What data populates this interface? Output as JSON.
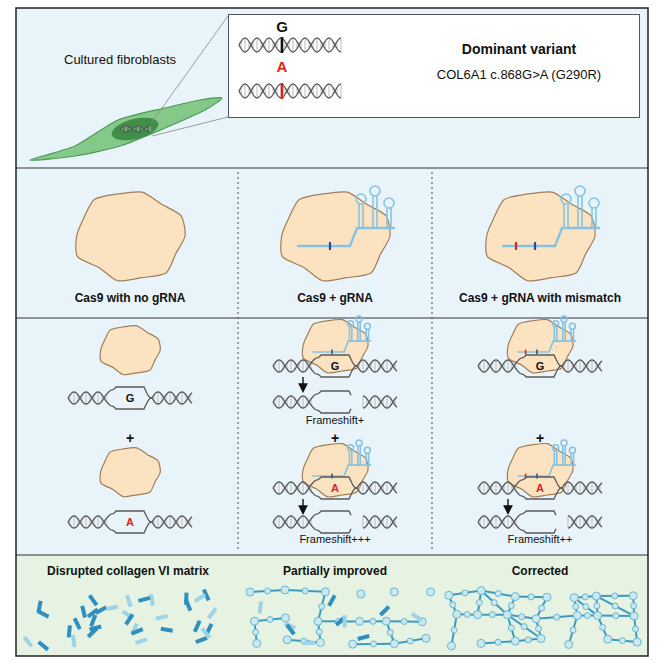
{
  "diagram": {
    "nodes": [
      {
        "text": [
          "G",
          "A",
          "Dominant variant",
          "COL6A1 c.868G>A (G290R)"
        ]
      },
      {
        "text": [
          "Cas9 with no gRNA"
        ]
      },
      {
        "text": [
          "Cas9 + gRNA"
        ]
      },
      {
        "text": [
          "Cas9 + gRNA with mismatch"
        ]
      }
    ],
    "labels": [
      "Cultured fibroblasts",
      "G",
      "+",
      "A",
      "G",
      "Frameshift+",
      "+",
      "A",
      "Frameshift+++",
      "G",
      "+",
      "A",
      "Frameshift++",
      "Disrupted collagen VI matrix",
      "Partially improved",
      "Corrected"
    ]
  }
}
